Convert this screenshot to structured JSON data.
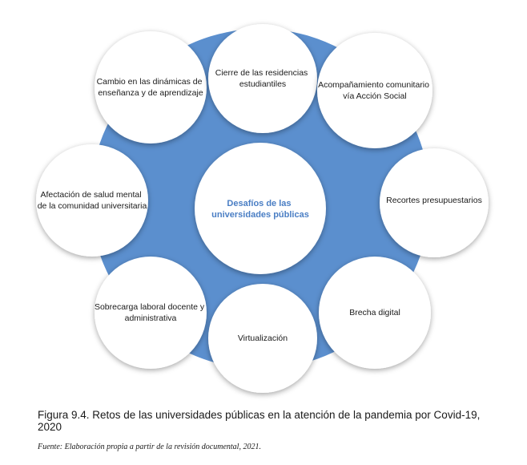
{
  "diagram": {
    "center": {
      "lines": [
        "Desafíos de las",
        "universidades públicas"
      ]
    },
    "nodes": [
      {
        "id": "node-cambio",
        "lines": [
          "Cambio en las dinámicas de",
          "enseñanza y de aprendizaje"
        ]
      },
      {
        "id": "node-cierre",
        "lines": [
          "Cierre de las residencias",
          "estudiantiles"
        ]
      },
      {
        "id": "node-acompanamiento",
        "lines": [
          "Acompañamiento comunitario",
          "vía Acción Social"
        ]
      },
      {
        "id": "node-recortes",
        "lines": [
          "Recortes presupuestarios"
        ]
      },
      {
        "id": "node-brecha",
        "lines": [
          "Brecha digital"
        ]
      },
      {
        "id": "node-virtualizacion",
        "lines": [
          "Virtualización"
        ]
      },
      {
        "id": "node-sobrecarga",
        "lines": [
          "Sobrecarga laboral docente y",
          "administrativa"
        ]
      },
      {
        "id": "node-afectacion",
        "lines": [
          "Afectación de salud mental",
          "de la comunidad universitaria"
        ]
      }
    ],
    "colors": {
      "big_circle": "#5b8fce",
      "node_fill": "#ffffff",
      "center_text": "#4a7ec4",
      "node_text": "#1a1a1a"
    }
  },
  "caption": "Figura 9.4. Retos de las universidades públicas en la atención de la pandemia por Covid-19, 2020",
  "source": "Fuente: Elaboración propia a partir de la revisión documental, 2021."
}
